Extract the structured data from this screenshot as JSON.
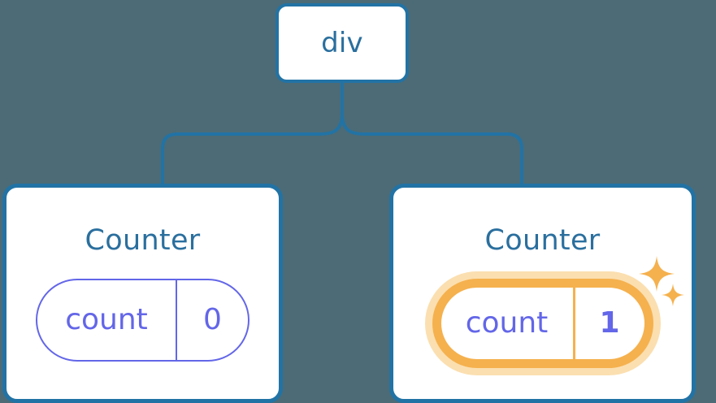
{
  "diagram": {
    "title": "React component tree with highlighted state update",
    "background_color": "#4c6b76",
    "edge_color": "#2273a5",
    "node_border_color": "#2273a5",
    "node_text_color": "#2a6f9e",
    "state_color": "#6366e8",
    "highlight_color": "#f5b14e",
    "highlight_glow_color": "#fbdfb0"
  },
  "root": {
    "label": "div"
  },
  "children": [
    {
      "title": "Counter",
      "state": {
        "key": "count",
        "value": "0",
        "highlighted": false
      }
    },
    {
      "title": "Counter",
      "state": {
        "key": "count",
        "value": "1",
        "highlighted": true
      },
      "sparkles": [
        {
          "name": "sparkle-large"
        },
        {
          "name": "sparkle-small"
        }
      ]
    }
  ]
}
